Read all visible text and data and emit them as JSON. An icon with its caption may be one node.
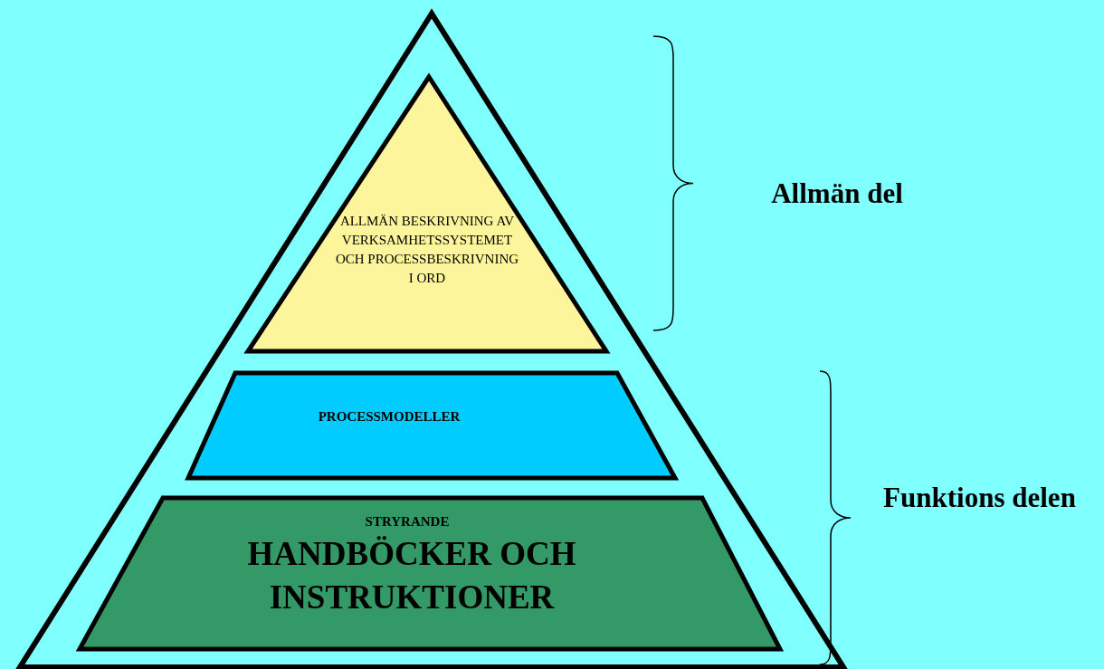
{
  "diagram": {
    "nodes": [
      {
        "text": [],
        "shape": "triangle"
      },
      {
        "text": [
          "ALLMÄN BESKRIVNING AV VERKSAMHETSSYSTEMET OCH PROCESSBESKRIVNING I ORD"
        ],
        "in": 0
      },
      {
        "text": [
          "PROCESSMODELLER"
        ],
        "in": 0
      },
      {
        "text": [
          "STRYRANDE",
          "HANDBÖCKER OCH INSTRUKTIONER"
        ],
        "in": 0
      }
    ],
    "labels": [
      "Allmän del",
      "Funktions delen"
    ]
  }
}
